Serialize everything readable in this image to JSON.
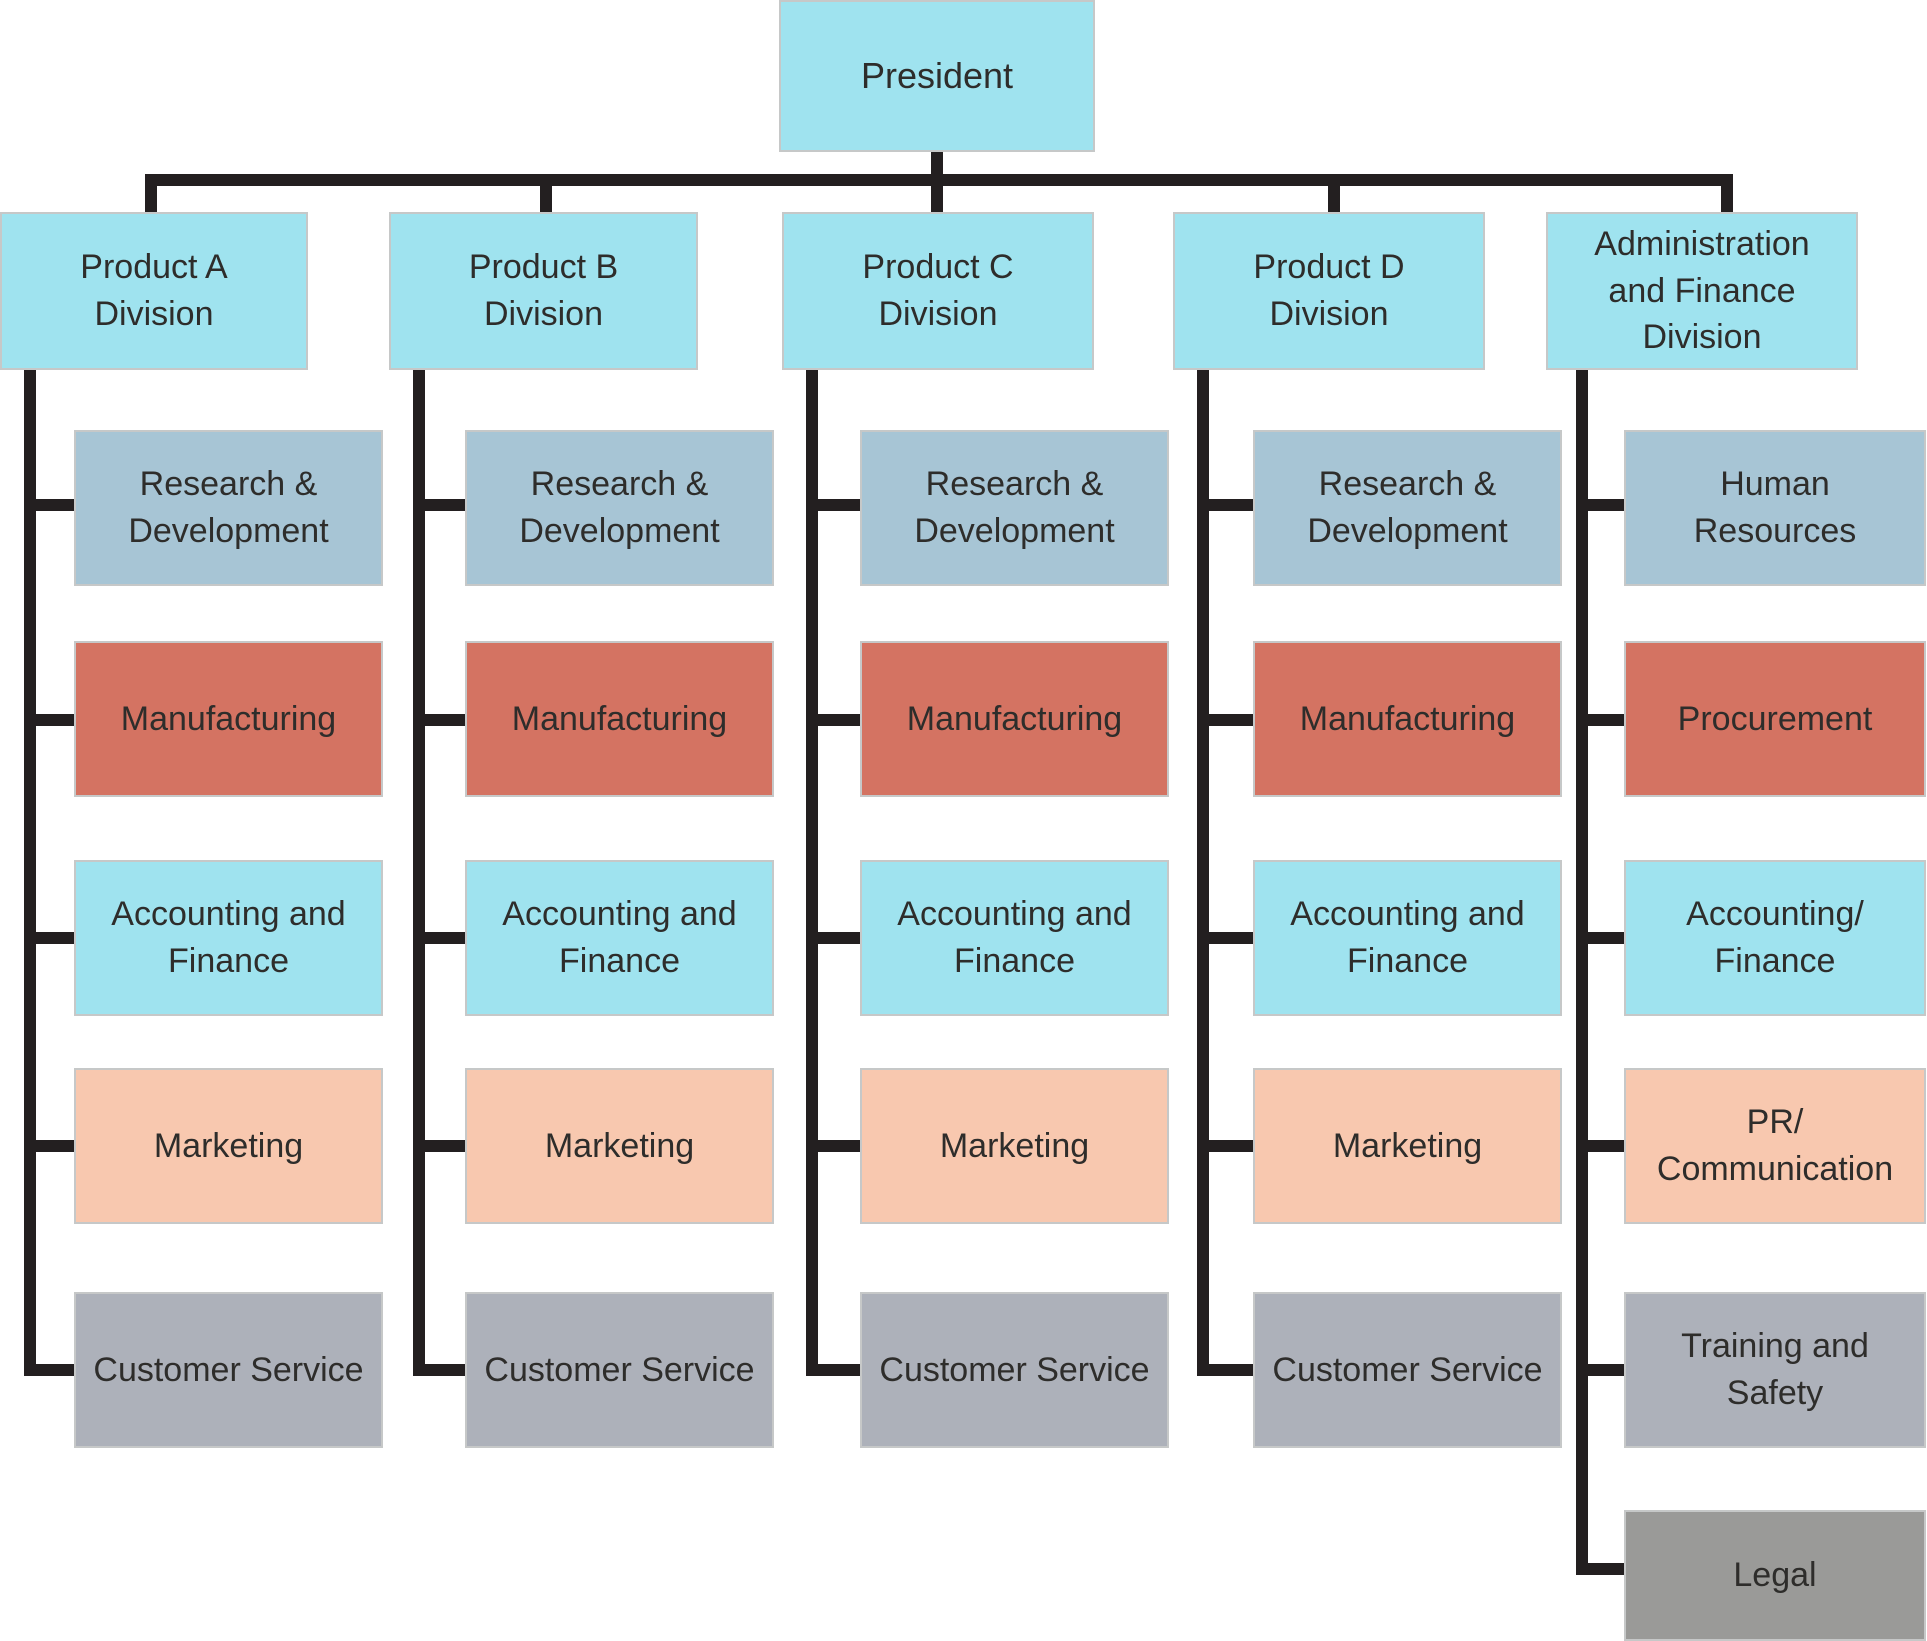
{
  "chart": {
    "type": "org-chart",
    "root": {
      "label": "President"
    },
    "divisions": [
      {
        "label": "Product A\nDivision",
        "children": [
          {
            "label": "Research &\nDevelopment"
          },
          {
            "label": "Manufacturing"
          },
          {
            "label": "Accounting and\nFinance"
          },
          {
            "label": "Marketing"
          },
          {
            "label": "Customer Service"
          }
        ]
      },
      {
        "label": "Product B\nDivision",
        "children": [
          {
            "label": "Research &\nDevelopment"
          },
          {
            "label": "Manufacturing"
          },
          {
            "label": "Accounting and\nFinance"
          },
          {
            "label": "Marketing"
          },
          {
            "label": "Customer Service"
          }
        ]
      },
      {
        "label": "Product C\nDivision",
        "children": [
          {
            "label": "Research &\nDevelopment"
          },
          {
            "label": "Manufacturing"
          },
          {
            "label": "Accounting and\nFinance"
          },
          {
            "label": "Marketing"
          },
          {
            "label": "Customer Service"
          }
        ]
      },
      {
        "label": "Product D\nDivision",
        "children": [
          {
            "label": "Research &\nDevelopment"
          },
          {
            "label": "Manufacturing"
          },
          {
            "label": "Accounting and\nFinance"
          },
          {
            "label": "Marketing"
          },
          {
            "label": "Customer Service"
          }
        ]
      },
      {
        "label": "Administration\nand Finance\nDivision",
        "children": [
          {
            "label": "Human\nResources"
          },
          {
            "label": "Procurement"
          },
          {
            "label": "Accounting/\nFinance"
          },
          {
            "label": "PR/\nCommunication"
          },
          {
            "label": "Training and\nSafety"
          },
          {
            "label": "Legal"
          }
        ]
      }
    ]
  },
  "colors": {
    "cyan": "#9fe3ef",
    "blue_gray": "#a7c5d5",
    "salmon": "#d47362",
    "peach": "#f8c8af",
    "gray": "#adb1ba",
    "dark_gray": "#9a9a98",
    "line": "#231f20",
    "text": "#2e2d2b",
    "background": "#ffffff",
    "box_border": "#c6c8c8"
  }
}
